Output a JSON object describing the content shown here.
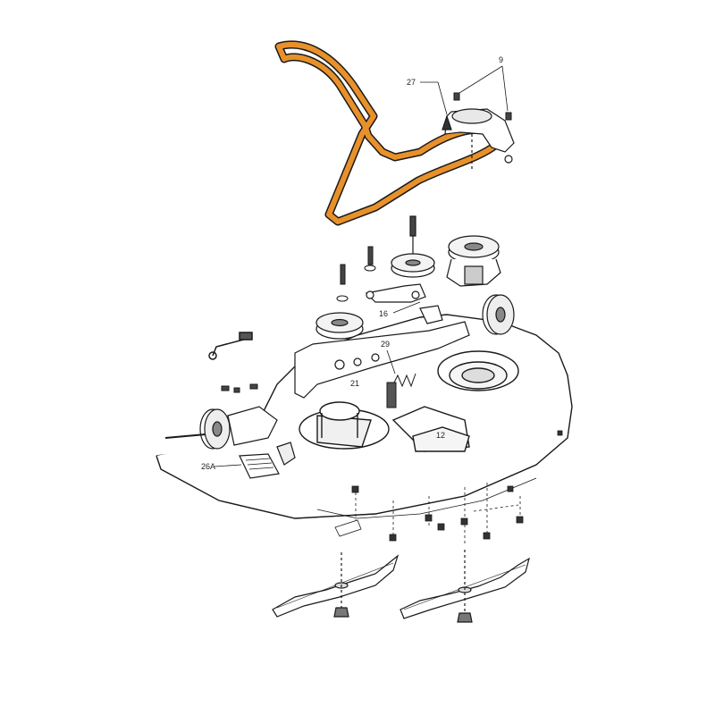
{
  "diagram": {
    "belt_color": "#E8912A",
    "line_color": "#1a1a1a",
    "callouts": {
      "c9": "9",
      "c27": "27",
      "c16": "16",
      "c29": "29",
      "c21": "21",
      "c12": "12",
      "c26a": "26A"
    }
  }
}
